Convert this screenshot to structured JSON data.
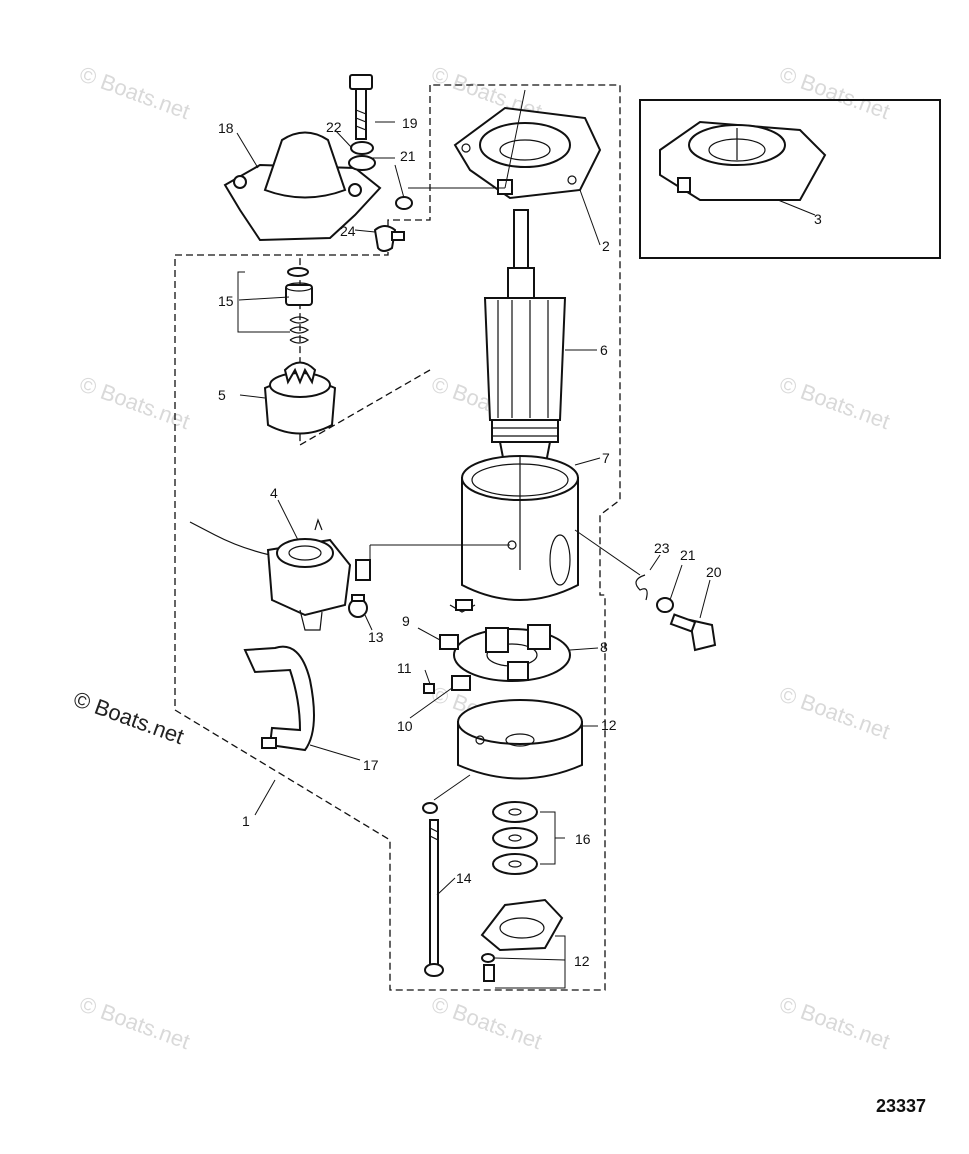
{
  "watermark": "© Boats.net",
  "figure_number": "23337",
  "part_labels": {
    "p1": "1",
    "p2": "2",
    "p3": "3",
    "p4": "4",
    "p5": "5",
    "p6": "6",
    "p7": "7",
    "p8": "8",
    "p9": "9",
    "p10": "10",
    "p11": "11",
    "p12a": "12",
    "p12b": "12",
    "p13": "13",
    "p14": "14",
    "p15": "15",
    "p16": "16",
    "p17": "17",
    "p18": "18",
    "p19": "19",
    "p20": "20",
    "p21a": "21",
    "p21b": "21",
    "p22": "22",
    "p23": "23",
    "p24": "24"
  }
}
